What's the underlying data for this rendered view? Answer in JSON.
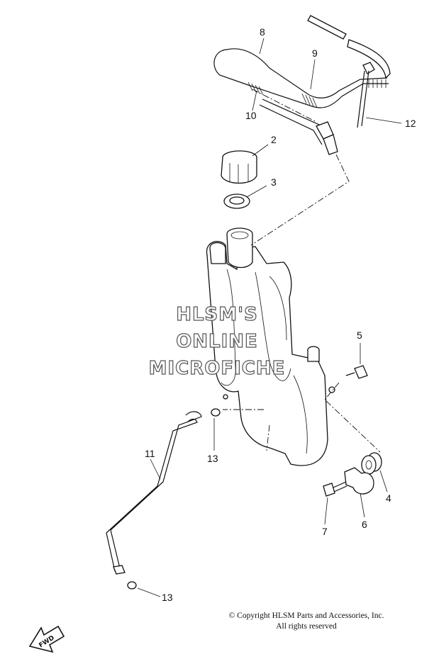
{
  "callouts": {
    "c2": "2",
    "c3": "3",
    "c4": "4",
    "c5": "5",
    "c6": "6",
    "c7": "7",
    "c8": "8",
    "c9": "9",
    "c10": "10",
    "c11": "11",
    "c12": "12",
    "c13a": "13",
    "c13b": "13"
  },
  "watermark": [
    "HLSM'S",
    "ONLINE",
    "MICROFICHE"
  ],
  "copyright": {
    "line1": "© Copyright HLSM Parts and Accessories, Inc.",
    "line2": "All rights reserved"
  },
  "fwd_label": "FWD"
}
